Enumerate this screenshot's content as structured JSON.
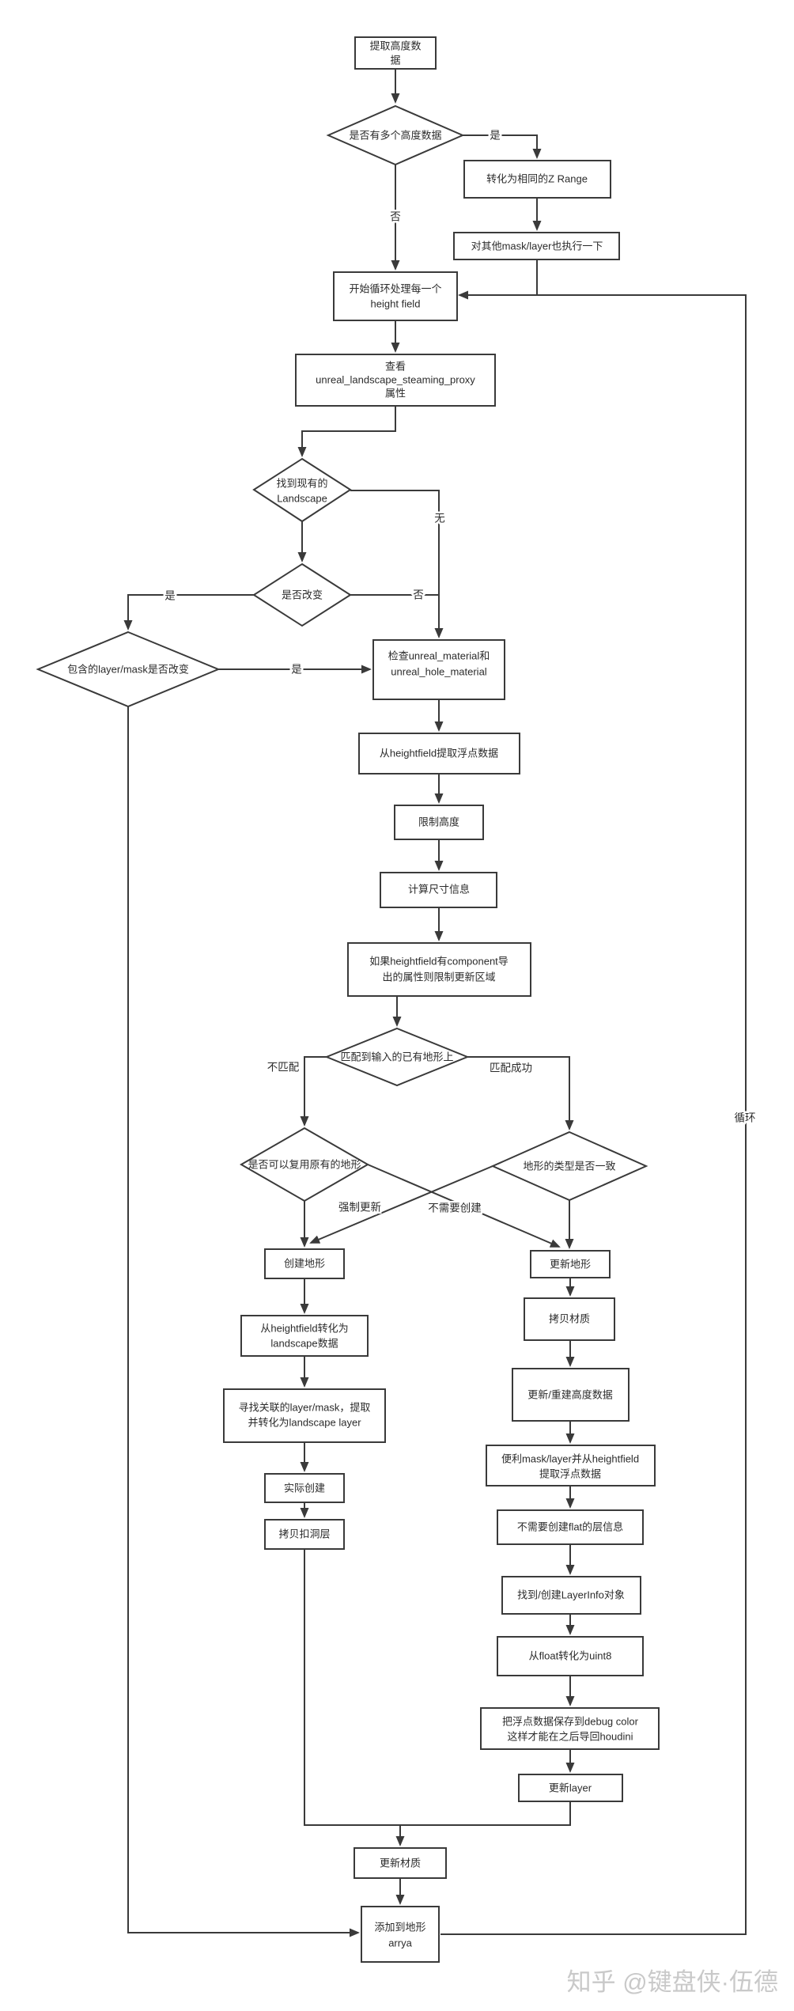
{
  "watermark": "知乎 @键盘侠·伍德",
  "colors": {
    "line": "#3a3a3a",
    "box_fill": "#ffffff",
    "text": "#2b2b2b",
    "watermark": "#c9c9c9",
    "background": "#ffffff"
  },
  "nodes": {
    "extract_height": {
      "lines": [
        "提取高度数",
        "据"
      ]
    },
    "has_multiple_height": {
      "label": "是否有多个高度数据"
    },
    "convert_z_range": {
      "label": "转化为相同的Z Range"
    },
    "apply_other_masks": {
      "label": "对其他mask/layer也执行一下"
    },
    "loop_each_heightfield": {
      "lines": [
        "开始循环处理每一个",
        "height field"
      ]
    },
    "view_proxy_attr": {
      "lines": [
        "查看",
        "unreal_landscape_steaming_proxy",
        "属性"
      ]
    },
    "found_existing_landscape": {
      "lines": [
        "找到现有的",
        "Landscape"
      ]
    },
    "is_changed": {
      "label": "是否改变"
    },
    "layer_mask_changed": {
      "label": "包含的layer/mask是否改变"
    },
    "check_materials": {
      "lines": [
        "检查unreal_material和",
        "unreal_hole_material"
      ]
    },
    "extract_float_data": {
      "label": "从heightfield提取浮点数据"
    },
    "limit_height": {
      "label": "限制高度"
    },
    "calc_size_info": {
      "label": "计算尺寸信息"
    },
    "component_limit_region": {
      "lines": [
        "如果heightfield有component导",
        "出的属性则限制更新区域"
      ]
    },
    "match_existing_terrain": {
      "label": "匹配到输入的已有地形上"
    },
    "can_reuse_terrain": {
      "label": "是否可以复用原有的地形"
    },
    "terrain_type_match": {
      "label": "地形的类型是否一致"
    },
    "create_terrain": {
      "label": "创建地形"
    },
    "update_terrain": {
      "label": "更新地形"
    },
    "hf_to_landscape": {
      "lines": [
        "从heightfield转化为",
        "landscape数据"
      ]
    },
    "find_related_layers": {
      "lines": [
        "寻找关联的layer/mask，提取",
        "并转化为landscape layer"
      ]
    },
    "actual_create": {
      "label": "实际创建"
    },
    "copy_hole_layer": {
      "label": "拷贝扣洞层"
    },
    "copy_material": {
      "label": "拷贝材质"
    },
    "rebuild_height_data": {
      "label": "更新/重建高度数据"
    },
    "iterate_masks_extract": {
      "lines": [
        "便利mask/layer并从heightfield",
        "提取浮点数据"
      ]
    },
    "no_flat_layerinfo": {
      "label": "不需要创建flat的层信息"
    },
    "find_create_layerinfo": {
      "label": "找到/创建LayerInfo对象"
    },
    "float_to_uint8": {
      "label": "从float转化为uint8"
    },
    "save_debug_color": {
      "lines": [
        "把浮点数据保存到debug color",
        "这样才能在之后导回houdini"
      ]
    },
    "update_layer": {
      "label": "更新layer"
    },
    "update_material": {
      "label": "更新材质"
    },
    "add_to_terrain_array": {
      "lines": [
        "添加到地形",
        "arrya"
      ]
    }
  },
  "edge_labels": {
    "yes_multiple": "是",
    "no_multiple": "否",
    "none_found": "无",
    "yes_changed": "是",
    "no_changed": "否",
    "yes_layer_changed": "是",
    "no_match": "不匹配",
    "match_success": "匹配成功",
    "force_update": "强制更新",
    "no_need_create": "不需要创建",
    "loop": "循环"
  }
}
